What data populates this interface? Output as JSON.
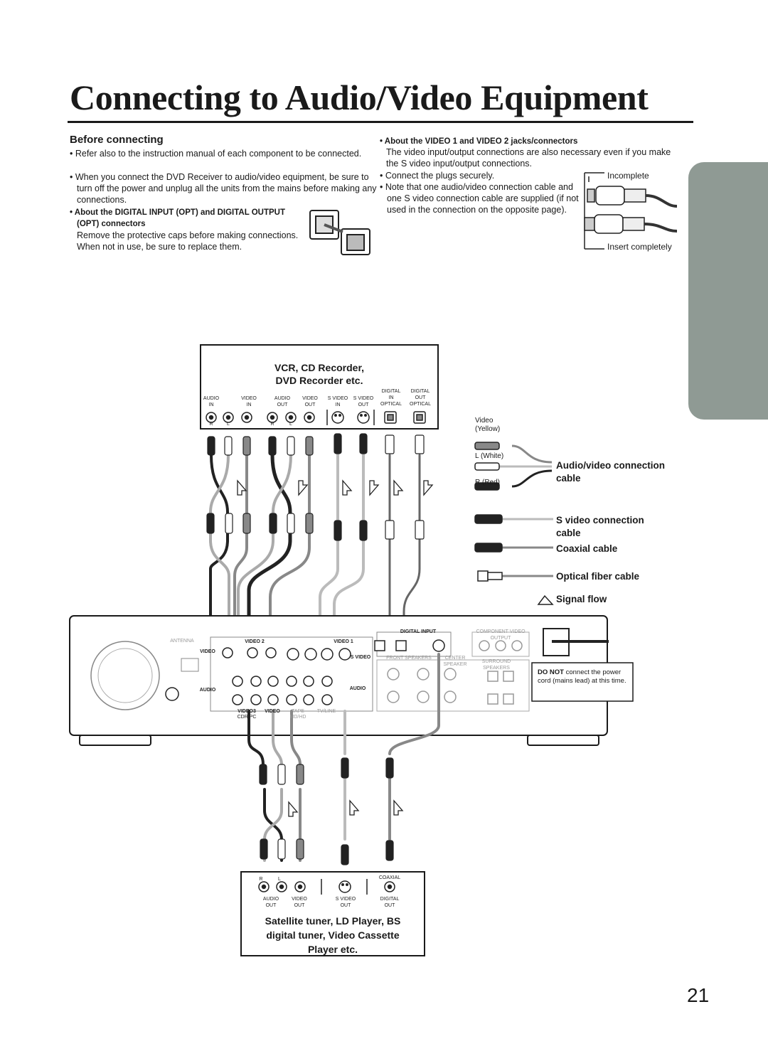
{
  "page": {
    "title": "Connecting to Audio/Video Equipment",
    "page_number": "21"
  },
  "before": {
    "heading": "Before connecting",
    "bullet1": "Refer also to the instruction manual of each component to be connected.",
    "bullet2": "When you connect the DVD Receiver to audio/video equipment, be sure to turn off the power and unplug all the units from the mains before making any connections.",
    "opt_heading": "About the DIGITAL INPUT (OPT) and DIGITAL OUTPUT (OPT) connectors",
    "opt_text": "Remove the protective caps before making connections. When not in use, be sure to replace them."
  },
  "video_note": {
    "heading": "About the VIDEO 1 and VIDEO 2 jacks/connectors",
    "text": "The video input/output connections are also necessary even if you make the S video input/output connections.",
    "bullet1": "Connect the plugs securely.",
    "bullet2": "Note that one audio/video connection cable and one S video connection cable are supplied (if not used in the connection on the opposite page).",
    "incomplete": "Incomplete",
    "insert_completely": "Insert completely"
  },
  "top_device": {
    "name_line1": "VCR, CD Recorder,",
    "name_line2": "DVD Recorder etc.",
    "jacks": [
      {
        "top": "",
        "l1": "AUDIO",
        "l2": "IN"
      },
      {
        "top": "",
        "l1": "VIDEO",
        "l2": "IN"
      },
      {
        "top": "",
        "l1": "AUDIO",
        "l2": "OUT"
      },
      {
        "top": "",
        "l1": "VIDEO",
        "l2": "OUT"
      },
      {
        "top": "",
        "l1": "S VIDEO",
        "l2": "IN"
      },
      {
        "top": "",
        "l1": "S VIDEO",
        "l2": "OUT"
      },
      {
        "top": "DIGITAL",
        "l1": "IN",
        "l2": "OPTICAL"
      },
      {
        "top": "DIGITAL",
        "l1": "OUT",
        "l2": "OPTICAL"
      }
    ],
    "rl": [
      "R",
      "L",
      "R",
      "L"
    ]
  },
  "legend": {
    "video_yellow_1": "Video",
    "video_yellow_2": "(Yellow)",
    "l_white": "L (White)",
    "r_red": "R (Red)",
    "av_cable_1": "Audio/video connection",
    "av_cable_2": "cable",
    "svideo_cable_1": "S video connection",
    "svideo_cable_2": "cable",
    "coaxial": "Coaxial cable",
    "optical": "Optical fiber cable",
    "signal_flow": "Signal flow"
  },
  "receiver": {
    "antenna": "ANTENNA",
    "video2": "VIDEO 2",
    "video1": "VIDEO 1",
    "video_lbl": "VIDEO",
    "audio_lbl": "AUDIO",
    "svideo_lbl": "S VIDEO",
    "digital_input": "DIGITAL INPUT",
    "component_out": "COMPONENT VIDEO OUTPUT",
    "front_speakers": "FRONT SPEAKERS",
    "center_speaker": "CENTER SPEAKER",
    "surround_speakers": "SURROUND SPEAKERS",
    "video3": "VIDEO3",
    "tape": "TAPE",
    "tvline": "TV/LINE",
    "cdr": "CDR/PC",
    "md": "MD/HD",
    "do_not_bold": "DO NOT",
    "do_not_text": " connect the power cord (mains lead) at this time."
  },
  "bottom_device": {
    "name_line1": "Satellite tuner, LD Player, BS",
    "name_line2": "digital tuner, Video Cassette",
    "name_line3": "Player etc.",
    "r": "R",
    "l": "L",
    "coaxial": "COAXIAL",
    "jacks": [
      {
        "l1": "AUDIO",
        "l2": "OUT"
      },
      {
        "l1": "VIDEO",
        "l2": "OUT"
      },
      {
        "l1": "S VIDEO",
        "l2": "OUT"
      },
      {
        "l1": "DIGITAL",
        "l2": "OUT"
      }
    ]
  }
}
